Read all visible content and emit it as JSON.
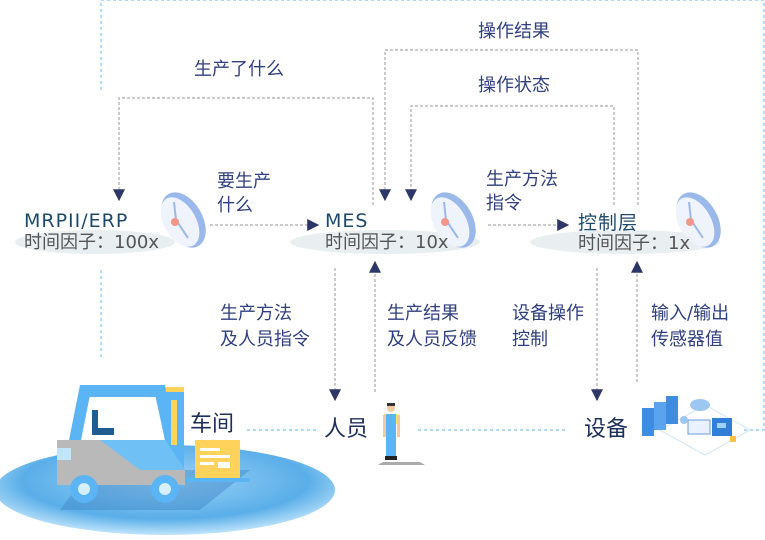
{
  "colors": {
    "flow_label": "#2f3f7f",
    "node_title": "#1d4a6b",
    "node_subtitle": "#555555",
    "arrow": "#2c3768",
    "connector_gray": "#aaaaaa",
    "connector_blue": "#7ec4f0"
  },
  "nodes": {
    "erp": {
      "title": "MRPII/ERP",
      "subtitle": "时间因子：100x"
    },
    "mes": {
      "title": "MES",
      "subtitle": "时间因子：10x"
    },
    "control": {
      "title": "控制层",
      "subtitle": "时间因子：1x"
    }
  },
  "flows": {
    "what_produced": "生产了什么",
    "what_to_produce": [
      "要生产",
      "什么"
    ],
    "op_result": "操作结果",
    "op_status": "操作状态",
    "method_instruction": [
      "生产方法",
      "指令"
    ],
    "method_staff_instruction": [
      "生产方法",
      "及人员指令"
    ],
    "result_staff_feedback": [
      "生产结果",
      "及人员反馈"
    ],
    "device_op_control": [
      "设备操作",
      "控制"
    ],
    "io_sensor": [
      "输入/输出",
      "传感器值"
    ]
  },
  "bottom": {
    "workshop": "车间",
    "personnel": "人员",
    "equipment": "设备"
  }
}
